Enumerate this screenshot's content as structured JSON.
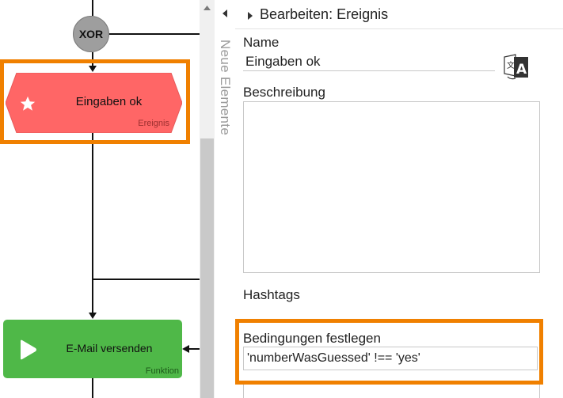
{
  "diagram": {
    "gateway": {
      "label": "XOR"
    },
    "event": {
      "label": "Eingaben ok",
      "type": "Ereignis",
      "color": "#ff6666",
      "icon": "star-icon"
    },
    "function": {
      "label": "E-Mail versenden",
      "type": "Funktion",
      "color": "#4fb848",
      "icon": "play-icon"
    },
    "highlight_color": "#f08000"
  },
  "palette": {
    "label": "Neue Elemente",
    "toggle_icon": "chevron-left-icon"
  },
  "panel": {
    "title": "Bearbeiten: Ereignis",
    "expand_icon": "caret-right-icon",
    "name": {
      "label": "Name",
      "value": "Eingaben ok",
      "translate_icon": "translate-icon"
    },
    "description": {
      "label": "Beschreibung",
      "value": ""
    },
    "hashtags": {
      "label": "Hashtags"
    },
    "conditions": {
      "label": "Bedingungen festlegen",
      "value": "'numberWasGuessed' !== 'yes'"
    }
  }
}
